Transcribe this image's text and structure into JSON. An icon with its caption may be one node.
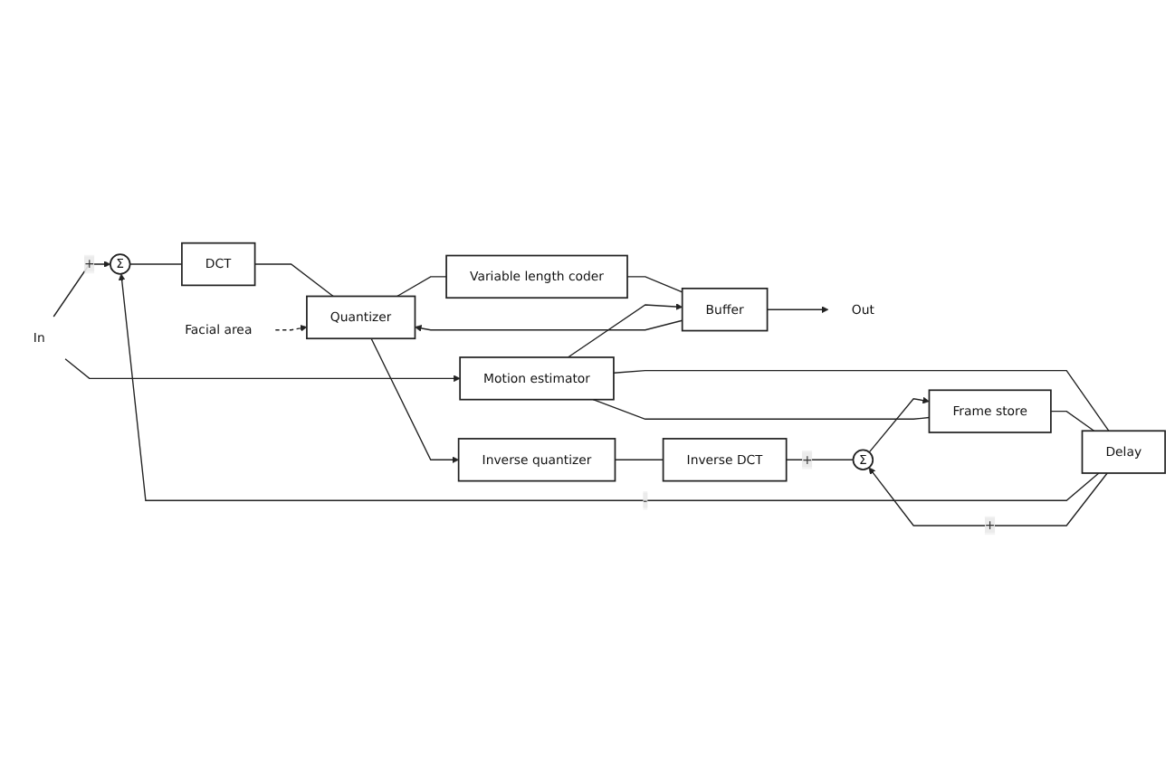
{
  "diagram": {
    "nodes": [
      {
        "text": [
          "In"
        ]
      },
      {
        "text": [
          "Σ"
        ]
      },
      {
        "text": [
          "DCT"
        ]
      },
      {
        "text": [
          "Facial area"
        ]
      },
      {
        "text": [
          "Quantizer"
        ]
      },
      {
        "text": [
          "Variable length coder"
        ]
      },
      {
        "text": [
          "Buffer"
        ]
      },
      {
        "text": [
          "Out"
        ]
      },
      {
        "text": [
          "Inverse quantizer"
        ]
      },
      {
        "text": [
          "Delay"
        ]
      },
      {
        "text": [
          "Σ"
        ]
      },
      {
        "text": [
          "Inverse DCT"
        ]
      },
      {
        "text": [
          "Motion estimator"
        ]
      },
      {
        "text": [
          "Frame store"
        ]
      }
    ],
    "edges": [
      {
        "from": 0,
        "to": 1,
        "arrow": "to",
        "label": "+"
      },
      {
        "from": 0,
        "to": 12,
        "arrow": "to"
      },
      {
        "from": 1,
        "to": 2,
        "arrow": "none"
      },
      {
        "from": 2,
        "to": 4,
        "arrow": "none"
      },
      {
        "from": 3,
        "to": 4,
        "arrow": "to",
        "style": "dashed"
      },
      {
        "from": 6,
        "to": 4,
        "arrow": "to"
      },
      {
        "from": 4,
        "to": 5,
        "arrow": "none"
      },
      {
        "from": 4,
        "to": 8,
        "arrow": "to"
      },
      {
        "from": 5,
        "to": 6,
        "arrow": "none"
      },
      {
        "from": 6,
        "to": 7,
        "arrow": "to"
      },
      {
        "from": 8,
        "to": 11,
        "arrow": "none"
      },
      {
        "from": 11,
        "to": 10,
        "arrow": "none",
        "label": "+"
      },
      {
        "from": 10,
        "to": 13,
        "arrow": "to"
      },
      {
        "from": 9,
        "to": 1,
        "arrow": "to",
        "label": "-"
      },
      {
        "from": 9,
        "to": 10,
        "arrow": "to",
        "label": "+"
      },
      {
        "from": 12,
        "to": 9,
        "arrow": "none"
      },
      {
        "from": 13,
        "to": 9,
        "arrow": "none"
      },
      {
        "from": 12,
        "to": 13,
        "arrow": "none"
      },
      {
        "from": 12,
        "to": 6,
        "arrow": "to"
      }
    ]
  }
}
